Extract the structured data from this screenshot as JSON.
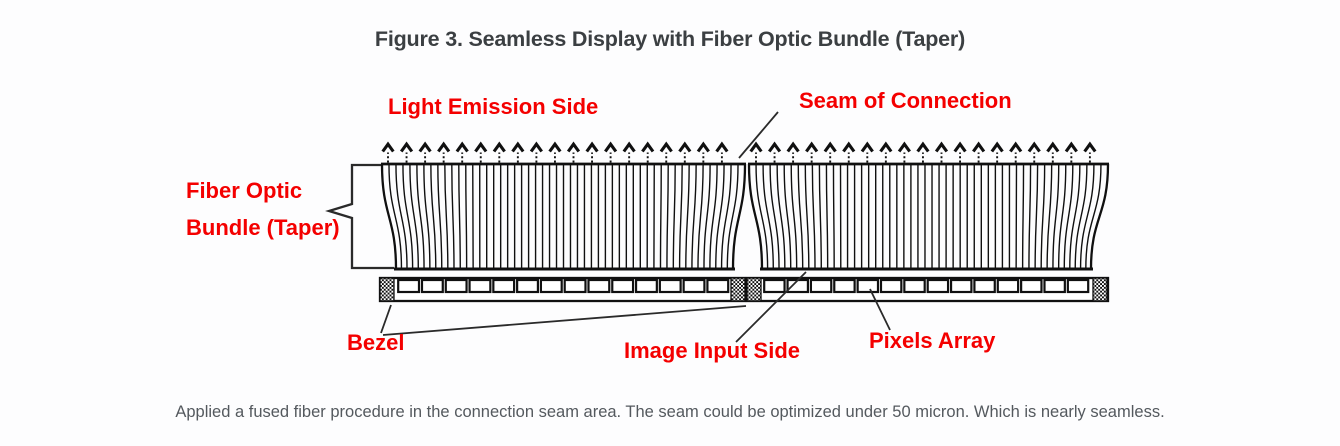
{
  "figure": {
    "title": "Figure 3. Seamless Display with Fiber Optic Bundle (Taper)",
    "caption": "Applied a fused fiber procedure in the connection seam area. The seam could be optimized under 50 micron. Which is nearly seamless."
  },
  "labels": {
    "light_emission": "Light Emission Side",
    "seam": "Seam of Connection",
    "bundle_line1": "Fiber Optic",
    "bundle_line2": "Bundle (Taper)",
    "bezel": "Bezel",
    "image_input": "Image Input Side",
    "pixels_array": "Pixels Array"
  },
  "colors": {
    "label_red": "#f40000",
    "line_black": "#101010",
    "pointer_gray": "#2a2a2a",
    "title_gray": "#3b3f42",
    "caption_gray": "#54595e"
  }
}
